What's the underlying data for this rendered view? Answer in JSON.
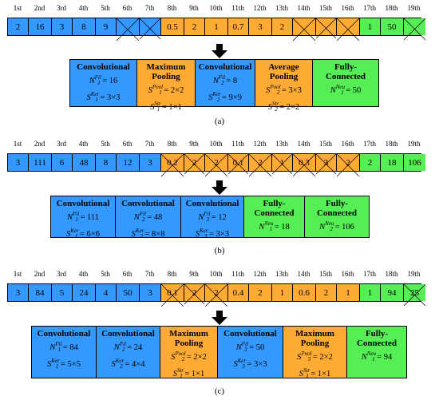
{
  "colors": {
    "conv": "#3399ff",
    "pool": "#ffaa33",
    "fc": "#55ee55"
  },
  "positions": [
    "1st",
    "2nd",
    "3rd",
    "4th",
    "5th",
    "6th",
    "7th",
    "8th",
    "9th",
    "10th",
    "11th",
    "12th",
    "13th",
    "14th",
    "15th",
    "16th",
    "17th",
    "18th",
    "19th"
  ],
  "panels": [
    {
      "label": "(a)",
      "cells": [
        {
          "v": "2",
          "c": "conv",
          "x": false
        },
        {
          "v": "16",
          "c": "conv",
          "x": false
        },
        {
          "v": "3",
          "c": "conv",
          "x": false
        },
        {
          "v": "8",
          "c": "conv",
          "x": false
        },
        {
          "v": "9",
          "c": "conv",
          "x": false
        },
        {
          "v": "",
          "c": "conv",
          "x": true
        },
        {
          "v": "",
          "c": "conv",
          "x": true
        },
        {
          "v": "0.5",
          "c": "pool",
          "x": false
        },
        {
          "v": "2",
          "c": "pool",
          "x": false
        },
        {
          "v": "1",
          "c": "pool",
          "x": false
        },
        {
          "v": "0.7",
          "c": "pool",
          "x": false
        },
        {
          "v": "3",
          "c": "pool",
          "x": false
        },
        {
          "v": "2",
          "c": "pool",
          "x": false
        },
        {
          "v": "",
          "c": "pool",
          "x": true
        },
        {
          "v": "",
          "c": "pool",
          "x": true
        },
        {
          "v": "",
          "c": "pool",
          "x": true
        },
        {
          "v": "1",
          "c": "fc",
          "x": false
        },
        {
          "v": "50",
          "c": "fc",
          "x": false
        },
        {
          "v": "",
          "c": "fc",
          "x": true
        }
      ],
      "blocks": [
        {
          "type": "conv",
          "title": [
            "Convolutional"
          ],
          "params": [
            {
              "sym": "N",
              "sup": "Fil",
              "sub": "1",
              "val": "= 16"
            },
            {
              "sym": "S",
              "sup": "Ker",
              "sub": "1",
              "val": "= 3×3"
            }
          ]
        },
        {
          "type": "pool",
          "title": [
            "Maximum",
            "Pooling"
          ],
          "params": [
            {
              "sym": "S",
              "sup": "Pool",
              "sub": "1",
              "val": "= 2×2"
            },
            {
              "sym": "S",
              "sup": "Str",
              "sub": "1",
              "val": "= 1×1"
            }
          ]
        },
        {
          "type": "conv",
          "title": [
            "Convolutional"
          ],
          "params": [
            {
              "sym": "N",
              "sup": "Fil",
              "sub": "2",
              "val": "= 8"
            },
            {
              "sym": "S",
              "sup": "Ker",
              "sub": "2",
              "val": "= 9×9"
            }
          ]
        },
        {
          "type": "pool",
          "title": [
            "Average",
            "Pooling"
          ],
          "params": [
            {
              "sym": "S",
              "sup": "Pool",
              "sub": "2",
              "val": "= 3×3"
            },
            {
              "sym": "S",
              "sup": "Str",
              "sub": "2",
              "val": "= 2×2"
            }
          ]
        },
        {
          "type": "fc",
          "title": [
            "Fully-",
            "Connected"
          ],
          "params": [
            {
              "sym": "N",
              "sup": "Neu",
              "sub": "1",
              "val": "= 50"
            }
          ]
        }
      ]
    },
    {
      "label": "(b)",
      "cells": [
        {
          "v": "3",
          "c": "conv",
          "x": false
        },
        {
          "v": "111",
          "c": "conv",
          "x": false
        },
        {
          "v": "6",
          "c": "conv",
          "x": false
        },
        {
          "v": "48",
          "c": "conv",
          "x": false
        },
        {
          "v": "8",
          "c": "conv",
          "x": false
        },
        {
          "v": "12",
          "c": "conv",
          "x": false
        },
        {
          "v": "3",
          "c": "conv",
          "x": false
        },
        {
          "v": "0.2",
          "c": "pool",
          "x": true
        },
        {
          "v": "2",
          "c": "pool",
          "x": true
        },
        {
          "v": "2",
          "c": "pool",
          "x": true
        },
        {
          "v": "0.1",
          "c": "pool",
          "x": true
        },
        {
          "v": "2",
          "c": "pool",
          "x": true
        },
        {
          "v": "1",
          "c": "pool",
          "x": true
        },
        {
          "v": "0.3",
          "c": "pool",
          "x": true
        },
        {
          "v": "3",
          "c": "pool",
          "x": true
        },
        {
          "v": "2",
          "c": "pool",
          "x": true
        },
        {
          "v": "2",
          "c": "fc",
          "x": false
        },
        {
          "v": "18",
          "c": "fc",
          "x": false
        },
        {
          "v": "106",
          "c": "fc",
          "x": false
        }
      ],
      "blocks": [
        {
          "type": "conv",
          "title": [
            "Convolutional"
          ],
          "params": [
            {
              "sym": "N",
              "sup": "Fil",
              "sub": "1",
              "val": "= 111"
            },
            {
              "sym": "S",
              "sup": "Ker",
              "sub": "1",
              "val": "= 6×6"
            }
          ]
        },
        {
          "type": "conv",
          "title": [
            "Convolutional"
          ],
          "params": [
            {
              "sym": "N",
              "sup": "Fil",
              "sub": "2",
              "val": "= 48"
            },
            {
              "sym": "S",
              "sup": "Ker",
              "sub": "2",
              "val": "= 8×8"
            }
          ]
        },
        {
          "type": "conv",
          "title": [
            "Convolutional"
          ],
          "params": [
            {
              "sym": "N",
              "sup": "Fil",
              "sub": "3",
              "val": "= 12"
            },
            {
              "sym": "S",
              "sup": "Ker",
              "sub": "3",
              "val": "= 3×3"
            }
          ]
        },
        {
          "type": "fc",
          "title": [
            "Fully-",
            "Connected"
          ],
          "params": [
            {
              "sym": "N",
              "sup": "Neu",
              "sub": "1",
              "val": "= 18"
            }
          ]
        },
        {
          "type": "fc",
          "title": [
            "Fully-",
            "Connected"
          ],
          "params": [
            {
              "sym": "N",
              "sup": "Neu",
              "sub": "2",
              "val": "= 106"
            }
          ]
        }
      ]
    },
    {
      "label": "(c)",
      "cells": [
        {
          "v": "3",
          "c": "conv",
          "x": false
        },
        {
          "v": "84",
          "c": "conv",
          "x": false
        },
        {
          "v": "5",
          "c": "conv",
          "x": false
        },
        {
          "v": "24",
          "c": "conv",
          "x": false
        },
        {
          "v": "4",
          "c": "conv",
          "x": false
        },
        {
          "v": "50",
          "c": "conv",
          "x": false
        },
        {
          "v": "3",
          "c": "conv",
          "x": false
        },
        {
          "v": "0.1",
          "c": "pool",
          "x": true
        },
        {
          "v": "2",
          "c": "pool",
          "x": true
        },
        {
          "v": "2",
          "c": "pool",
          "x": true
        },
        {
          "v": "0.4",
          "c": "pool",
          "x": false
        },
        {
          "v": "2",
          "c": "pool",
          "x": false
        },
        {
          "v": "1",
          "c": "pool",
          "x": false
        },
        {
          "v": "0.6",
          "c": "pool",
          "x": false
        },
        {
          "v": "2",
          "c": "pool",
          "x": false
        },
        {
          "v": "1",
          "c": "pool",
          "x": false
        },
        {
          "v": "1",
          "c": "fc",
          "x": false
        },
        {
          "v": "94",
          "c": "fc",
          "x": false
        },
        {
          "v": "25",
          "c": "fc",
          "x": true
        }
      ],
      "blocks": [
        {
          "type": "conv",
          "title": [
            "Convolutional"
          ],
          "params": [
            {
              "sym": "N",
              "sup": "Fil",
              "sub": "1",
              "val": "= 84"
            },
            {
              "sym": "S",
              "sup": "Ker",
              "sub": "1",
              "val": "= 5×5"
            }
          ]
        },
        {
          "type": "conv",
          "title": [
            "Convolutional"
          ],
          "params": [
            {
              "sym": "N",
              "sup": "Fil",
              "sub": "2",
              "val": "= 24"
            },
            {
              "sym": "S",
              "sup": "Ker",
              "sub": "2",
              "val": "= 4×4"
            }
          ]
        },
        {
          "type": "pool",
          "title": [
            "Maximum",
            "Pooling"
          ],
          "params": [
            {
              "sym": "S",
              "sup": "Pool",
              "sub": "2",
              "val": "= 2×2"
            },
            {
              "sym": "S",
              "sup": "Str",
              "sub": "1",
              "val": "= 1×1"
            }
          ]
        },
        {
          "type": "conv",
          "title": [
            "Convolutional"
          ],
          "params": [
            {
              "sym": "N",
              "sup": "Fil",
              "sub": "3",
              "val": "= 50"
            },
            {
              "sym": "S",
              "sup": "Ker",
              "sub": "3",
              "val": "= 3×3"
            }
          ]
        },
        {
          "type": "pool",
          "title": [
            "Maximum",
            "Pooling"
          ],
          "params": [
            {
              "sym": "S",
              "sup": "Pool",
              "sub": "3",
              "val": "= 2×2"
            },
            {
              "sym": "S",
              "sup": "Str",
              "sub": "1",
              "val": "= 1×1"
            }
          ]
        },
        {
          "type": "fc",
          "title": [
            "Fully-",
            "Connected"
          ],
          "params": [
            {
              "sym": "N",
              "sup": "Neu",
              "sub": "1",
              "val": "= 94"
            }
          ]
        }
      ]
    }
  ]
}
